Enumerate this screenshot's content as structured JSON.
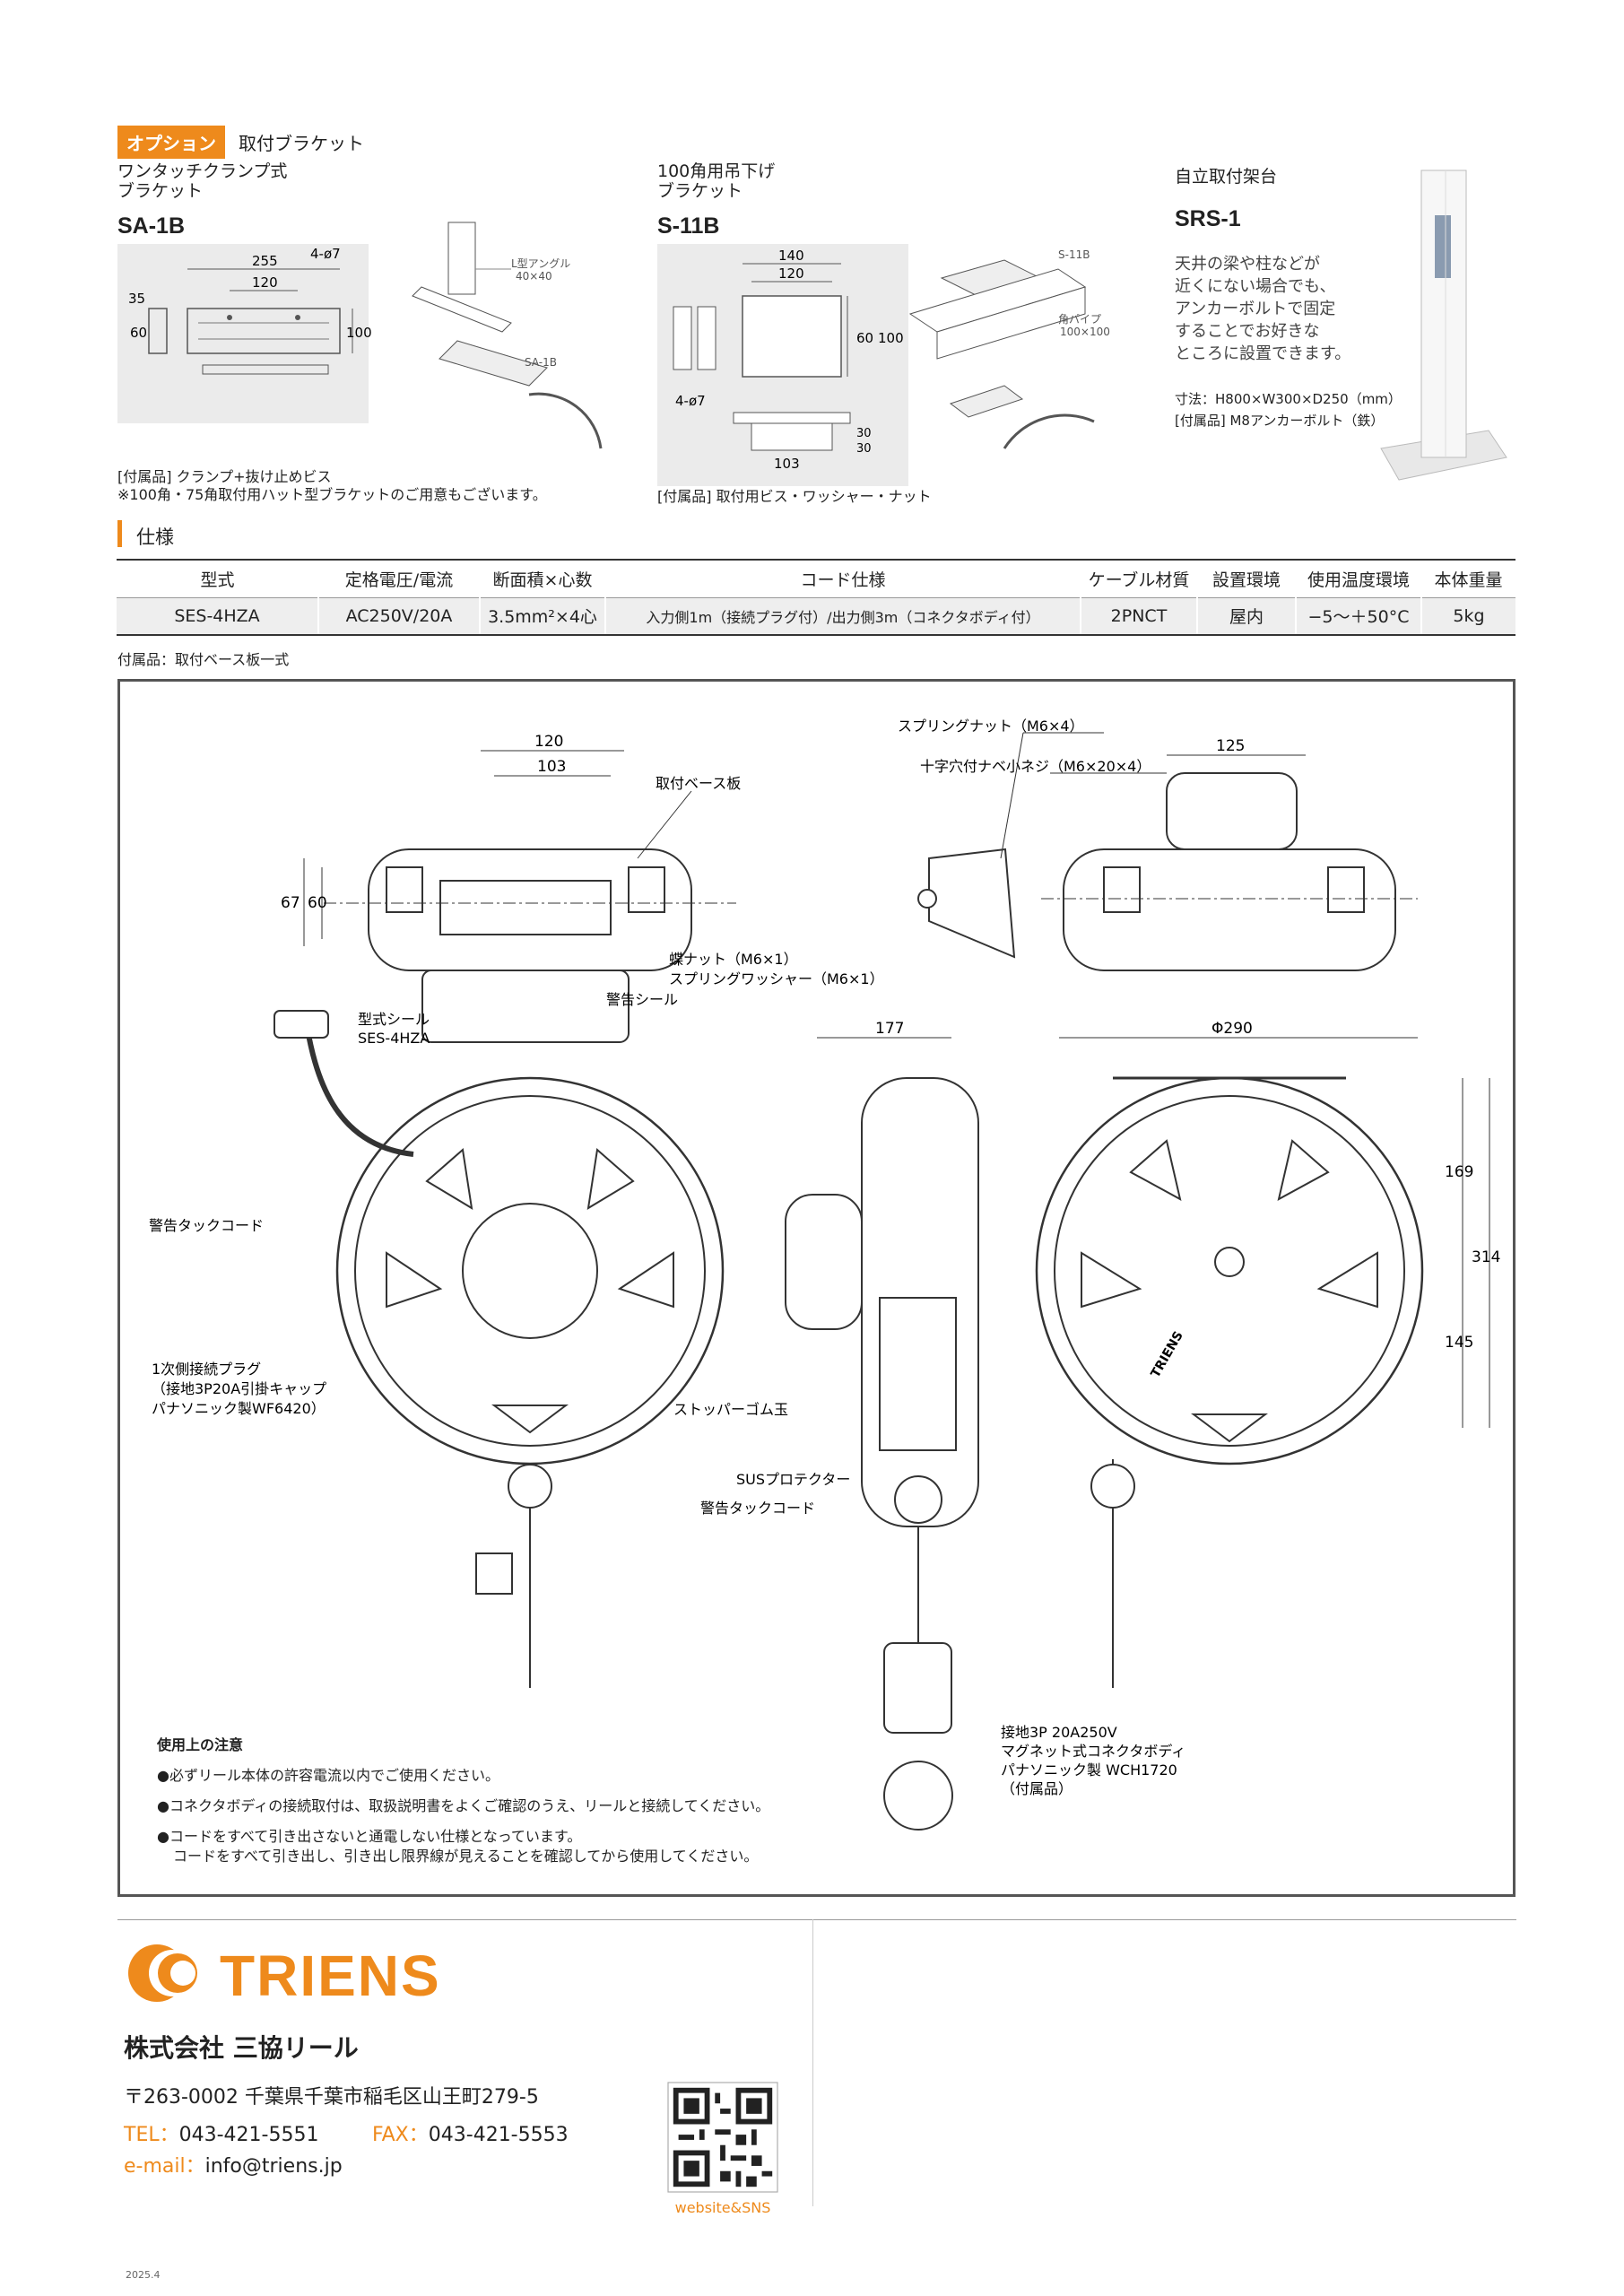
{
  "option": {
    "tag": "オプション",
    "title": "取付ブラケット"
  },
  "brackets": [
    {
      "desc_line1": "ワンタッチクランプ式",
      "desc_line2": "ブラケット",
      "model": "SA-1B",
      "dims": [
        "255",
        "120",
        "4-ø7",
        "35",
        "60",
        "100"
      ],
      "callouts": [
        "L型アングル",
        "40×40",
        "SA-1B"
      ],
      "accessory": "[付属品] クランプ+抜け止めビス",
      "note": "※100角・75角取付用ハット型ブラケットのご用意もございます。"
    },
    {
      "desc_line1": "100角用吊下げ",
      "desc_line2": "ブラケット",
      "model": "S-11B",
      "dims": [
        "140",
        "120",
        "60",
        "100",
        "4-ø7",
        "103",
        "30",
        "30"
      ],
      "callouts": [
        "S-11B",
        "角パイプ",
        "100×100"
      ],
      "accessory": "[付属品] 取付用ビス・ワッシャー・ナット"
    },
    {
      "desc_line1": "自立取付架台",
      "model": "SRS-1",
      "text": [
        "天井の梁や柱などが",
        "近くにない場合でも、",
        "アンカーボルトで固定",
        "することでお好きな",
        "ところに設置できます。"
      ],
      "size": "寸法：H800×W300×D250（mm）",
      "accessory": "[付属品] M8アンカーボルト（鉄）"
    }
  ],
  "spec": {
    "heading": "仕様",
    "headers": [
      "型式",
      "定格電圧/電流",
      "断面積×心数",
      "コード仕様",
      "ケーブル材質",
      "設置環境",
      "使用温度環境",
      "本体重量"
    ],
    "row": [
      "SES-4HZA",
      "AC250V/20A",
      "3.5mm²×4心",
      "入力側1m（接続プラグ付）/出力側3m（コネクタボディ付）",
      "2PNCT",
      "屋内",
      "−5〜＋50°C",
      "5kg"
    ],
    "accessory": "付属品：取付ベース板一式"
  },
  "drawing": {
    "dims": {
      "d120": "120",
      "d103": "103",
      "d67": "67",
      "d60": "60",
      "d125": "125",
      "d177": "177",
      "d290": "Φ290",
      "d169": "169",
      "d314": "314",
      "d145": "145"
    },
    "labels": {
      "base_plate": "取付ベース板",
      "spring_nut": "スプリングナット（M6×4）",
      "pan_screw": "十字穴付ナベ小ネジ（M6×20×4）",
      "wing_nut": "蝶ナット（M6×1）",
      "spring_washer": "スプリングワッシャー（M6×1）",
      "warning_seal": "警告シール",
      "model_seal": "型式シール",
      "model_seal_val": "SES-4HZA",
      "warning_tack_1": "警告タックコード",
      "plug_1": "1次側接続プラグ",
      "plug_2": "（接地3P20A引掛キャップ",
      "plug_3": "パナソニック製WF6420）",
      "stopper": "ストッパーゴム玉",
      "sus": "SUSプロテクター",
      "warning_tack_2": "警告タックコード",
      "conn_1": "接地3P 20A250V",
      "conn_2": "マグネット式コネクタボディ",
      "conn_3": "パナソニック製 WCH1720",
      "conn_4": "（付属品）",
      "brand_mark": "TRIENS"
    },
    "notes": {
      "title": "使用上の注意",
      "items": [
        "●必ずリール本体の許容電流以内でご使用ください。",
        "●コネクタボディの接続取付は、取扱説明書をよくご確認のうえ、リールと接続してください。",
        "●コードをすべて引き出さないと通電しない仕様となっています。",
        "コードをすべて引き出し、引き出し限界線が見えることを確認してから使用してください。"
      ]
    }
  },
  "footer": {
    "brand": "TRIENS",
    "company": "株式会社 三協リール",
    "address": "〒263-0002 千葉県千葉市稲毛区山王町279-5",
    "tel_label": "TEL：",
    "tel": "043-421-5551",
    "fax_label": "FAX：",
    "fax": "043-421-5553",
    "mail_label": "e-mail：",
    "mail": "info@triens.jp",
    "qr_caption": "website&SNS",
    "date": "2025.4"
  },
  "colors": {
    "accent": "#ee8a1c",
    "line": "#333333",
    "table_bg": "#eeeeee"
  }
}
